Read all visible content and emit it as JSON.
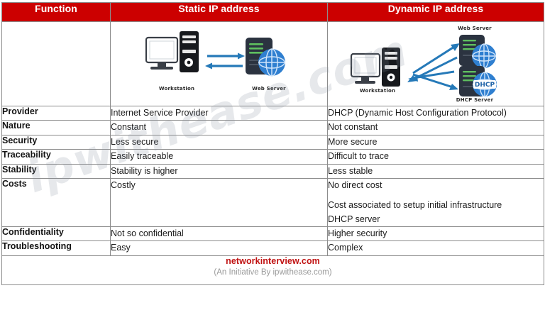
{
  "table": {
    "headers": [
      "Function",
      "Static IP address",
      "Dynamic IP address"
    ],
    "rows": [
      {
        "label": "Provider",
        "static": "Internet Service Provider",
        "dynamic": "DHCP (Dynamic Host Configuration Protocol)"
      },
      {
        "label": "Nature",
        "static": "Constant",
        "dynamic": "Not constant"
      },
      {
        "label": "Security",
        "static": "Less secure",
        "dynamic": "More secure"
      },
      {
        "label": "Traceability",
        "static": "Easily traceable",
        "dynamic": "Difficult to trace"
      },
      {
        "label": "Stability",
        "static": "Stability is higher",
        "dynamic": "Less stable"
      },
      {
        "label": "Costs",
        "static": "Costly",
        "dynamic_line1": "No direct cost",
        "dynamic_line2": "Cost associated to setup initial infrastructure",
        "dynamic_line3": "DHCP server"
      },
      {
        "label": "Confidentiality",
        "static": "Not so confidential",
        "dynamic": "Higher security"
      },
      {
        "label": "Troubleshooting",
        "static": "Easy",
        "dynamic": "Complex"
      }
    ]
  },
  "diagrams": {
    "static": {
      "workstation_label": "Workstation",
      "server_label": "Web Server"
    },
    "dynamic": {
      "workstation_label": "Workstation",
      "web_server_label": "Web Server",
      "dhcp_server_label": "DHCP Server",
      "dhcp_globe_text": "DHCP"
    }
  },
  "watermark": {
    "text": "ipwithease.com"
  },
  "footer": {
    "site": "networkinterview.com",
    "tagline": "(An Initiative By ipwithease.com)"
  },
  "colors": {
    "header_red": "#CC0000",
    "footer_red": "#c01212",
    "arrow_blue": "#2579b8",
    "globe_blue": "#2f7fd0",
    "server_dark": "#2b3340",
    "border_gray": "#8c8c8c",
    "tagline_gray": "#9a9a9a"
  }
}
